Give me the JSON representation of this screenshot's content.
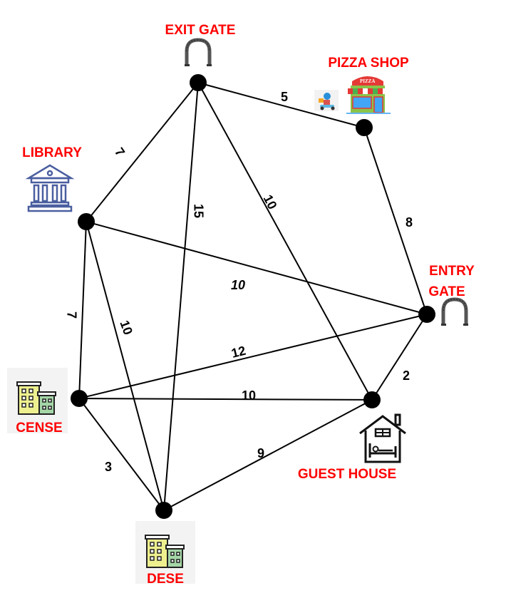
{
  "diagram": {
    "type": "weighted-undirected-graph",
    "nodes": [
      {
        "id": "exit_gate",
        "label": "EXIT GATE",
        "icon": "archway-icon"
      },
      {
        "id": "pizza_shop",
        "label": "PIZZA SHOP",
        "icon": "pizza-shop-icon"
      },
      {
        "id": "library",
        "label": "LIBRARY",
        "icon": "library-icon"
      },
      {
        "id": "entry_gate",
        "label": "ENTRY GATE",
        "label_lines": [
          "ENTRY",
          "GATE"
        ],
        "icon": "archway-icon"
      },
      {
        "id": "cense",
        "label": "CENSE",
        "icon": "building-icon"
      },
      {
        "id": "guest_house",
        "label": "GUEST HOUSE",
        "icon": "guest-house-icon"
      },
      {
        "id": "dese",
        "label": "DESE",
        "icon": "building-icon"
      }
    ],
    "edges": [
      {
        "from": "exit_gate",
        "to": "pizza_shop",
        "weight": "5"
      },
      {
        "from": "exit_gate",
        "to": "library",
        "weight": "7"
      },
      {
        "from": "exit_gate",
        "to": "dese",
        "weight": "15"
      },
      {
        "from": "exit_gate",
        "to": "guest_house",
        "weight": "10"
      },
      {
        "from": "pizza_shop",
        "to": "entry_gate",
        "weight": "8"
      },
      {
        "from": "library",
        "to": "entry_gate",
        "weight": "10"
      },
      {
        "from": "library",
        "to": "cense",
        "weight": "7"
      },
      {
        "from": "library",
        "to": "dese",
        "weight": "10"
      },
      {
        "from": "entry_gate",
        "to": "cense",
        "weight": "12"
      },
      {
        "from": "entry_gate",
        "to": "guest_house",
        "weight": "2"
      },
      {
        "from": "cense",
        "to": "guest_house",
        "weight": "10"
      },
      {
        "from": "cense",
        "to": "dese",
        "weight": "3"
      },
      {
        "from": "guest_house",
        "to": "dese",
        "weight": "9"
      }
    ],
    "colors": {
      "label": "#ff0000",
      "edge": "#000000",
      "node": "#000000",
      "library_icon": "#4a5fa0"
    }
  }
}
